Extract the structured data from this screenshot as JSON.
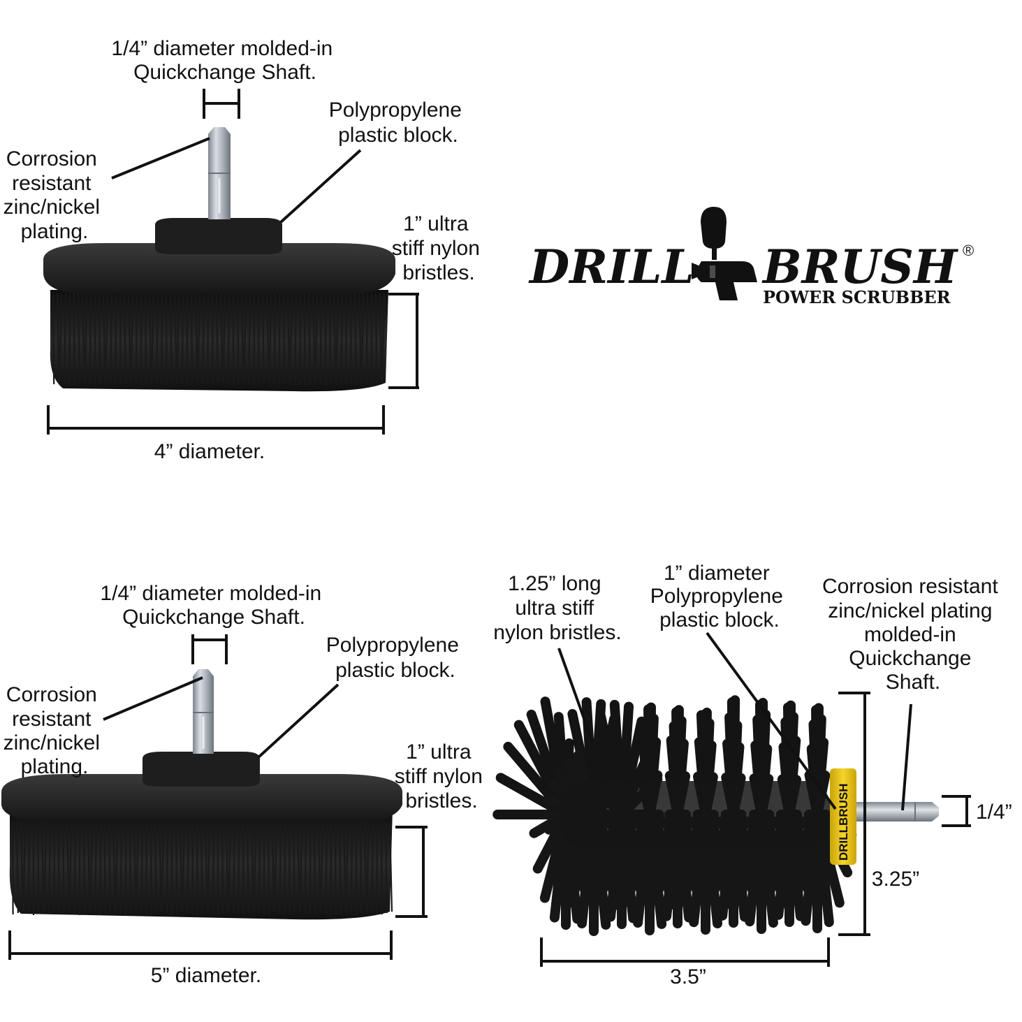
{
  "brand": {
    "word_left": "DRILL",
    "word_right": "BRUSH",
    "tagline": "POWER SCRUBBER",
    "registered": "®",
    "band_text": "DRILLBRUSH"
  },
  "brush_4in": {
    "shaft_label": [
      "1/4” diameter molded-in",
      "Quickchange Shaft."
    ],
    "plating_label": [
      "Corrosion",
      "resistant",
      "zinc/nickel",
      "plating."
    ],
    "block_label": [
      "Polypropylene",
      "plastic block."
    ],
    "bristle_label": [
      "1” ultra",
      "stiff nylon",
      "bristles."
    ],
    "diameter_label": "4” diameter."
  },
  "brush_5in": {
    "shaft_label": [
      "1/4” diameter molded-in",
      "Quickchange Shaft."
    ],
    "plating_label": [
      "Corrosion",
      "resistant",
      "zinc/nickel",
      "plating."
    ],
    "block_label": [
      "Polypropylene",
      "plastic block."
    ],
    "bristle_label": [
      "1” ultra",
      "stiff nylon",
      "bristles."
    ],
    "diameter_label": "5” diameter."
  },
  "brush_round": {
    "bristle_label": [
      "1.25” long",
      "ultra stiff",
      "nylon bristles."
    ],
    "block_label": [
      "1” diameter",
      "Polypropylene",
      "plastic block."
    ],
    "plating_label": [
      "Corrosion resistant",
      "zinc/nickel plating",
      "molded-in",
      "Quickchange",
      "Shaft."
    ],
    "shaft_dim": "1/4”",
    "height_dim": "3.25”",
    "length_dim": "3.5”"
  },
  "colors": {
    "ink": "#111111",
    "brush_black": "#1c1c1c",
    "shaft_silver": "#b9c0c8",
    "band_yellow": "#f1c814"
  }
}
